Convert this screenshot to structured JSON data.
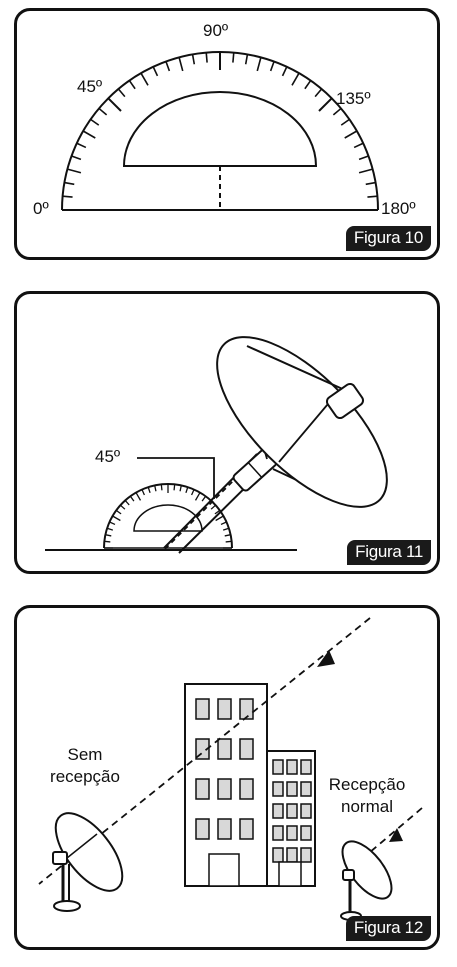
{
  "figure10": {
    "label": "Figura 10",
    "angles": {
      "a0": "0º",
      "a45": "45º",
      "a90": "90º",
      "a135": "135º",
      "a180": "180º"
    }
  },
  "figure11": {
    "label": "Figura 11",
    "angle": "45º"
  },
  "figure12": {
    "label": "Figura 12",
    "left_caption_line1": "Sem",
    "left_caption_line2": "recepção",
    "right_caption_line1": "Recepção",
    "right_caption_line2": "normal"
  }
}
